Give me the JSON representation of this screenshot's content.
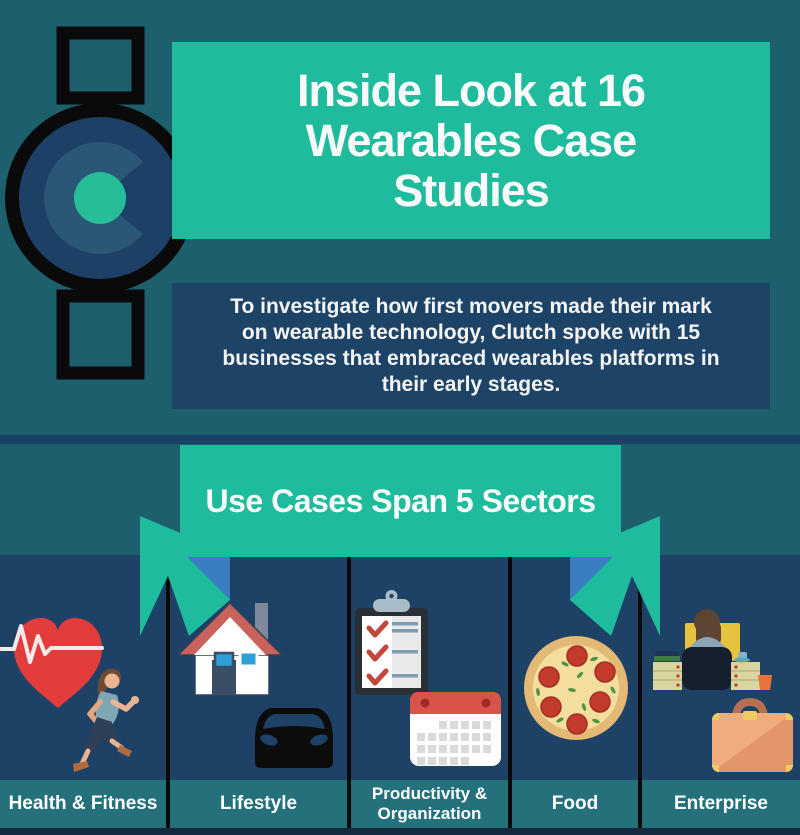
{
  "infographic": {
    "title_lines": [
      "Inside Look at 16",
      "Wearables Case",
      "Studies"
    ],
    "subtitle_lines": [
      "To investigate how first movers made their mark",
      "on wearable technology, Clutch spoke with 15",
      "businesses that embraced wearables platforms in",
      "their early stages."
    ],
    "ribbon_label": "Use Cases Span 5 Sectors",
    "sectors": [
      {
        "label": "Health & Fitness",
        "icons": [
          "heart-pulse-icon",
          "runner-icon"
        ]
      },
      {
        "label": "Lifestyle",
        "icons": [
          "house-icon",
          "car-icon"
        ]
      },
      {
        "label": "Productivity & Organization",
        "icons": [
          "checklist-clipboard-icon",
          "calendar-icon"
        ]
      },
      {
        "label": "Food",
        "icons": [
          "pizza-icon"
        ]
      },
      {
        "label": "Enterprise",
        "icons": [
          "desk-worker-icon",
          "briefcase-icon"
        ]
      }
    ],
    "brand_logo": "clutch-smartwatch",
    "colors": {
      "background_teal": "#1E5F6E",
      "panel_navy": "#1E4166",
      "subtitle_navy": "#1D4467",
      "accent_green": "#1EBC9D",
      "ribbon_fold_blue": "#3A7EC2",
      "label_band_teal": "#24707B",
      "bottom_strip_navy": "#15293F",
      "heart_red": "#E23C3C",
      "text_white": "#FFFFFF",
      "watch_face_navy": "#1D4066",
      "logo_ring_slate": "#2B5777",
      "logo_dot_teal": "#27BD99"
    }
  }
}
